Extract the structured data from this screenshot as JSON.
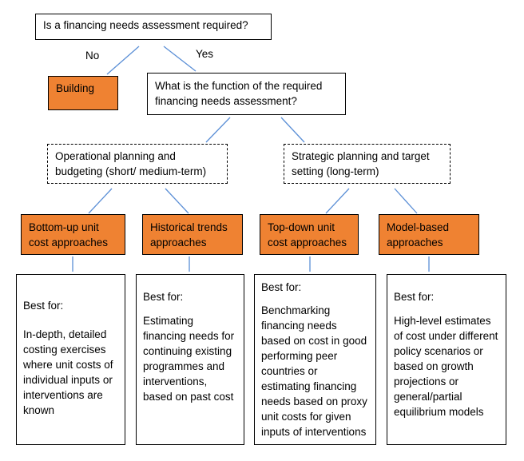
{
  "question": "Is a financing needs assessment required?",
  "answer_no": "No",
  "answer_yes": "Yes",
  "building": "Building",
  "function_question": "What is the function of the required financing needs assessment?",
  "operational": "Operational planning and budgeting (short/ medium-term)",
  "strategic": "Strategic planning and target setting (long-term)",
  "approaches": [
    {
      "label": "Bottom-up unit cost approaches"
    },
    {
      "label": "Historical trends approaches"
    },
    {
      "label": "Top-down unit cost approaches"
    },
    {
      "label": "Model-based approaches"
    }
  ],
  "cards": [
    {
      "head": "Best for:",
      "body": "In-depth, detailed costing exercises where unit costs of individual inputs or interventions are known"
    },
    {
      "head": "Best for:",
      "body": "Estimating financing needs for continuing existing programmes and interventions, based on past cost"
    },
    {
      "head": "Best for:",
      "body": "Benchmarking financing needs based on cost in good performing peer countries or estimating financing needs based on proxy unit costs for given inputs of interventions"
    },
    {
      "head": "Best for:",
      "body": "High-level estimates of cost under different policy scenarios or based on growth projections or general/partial equilibrium models"
    }
  ],
  "colors": {
    "approach_fill": "#ef8232",
    "connector": "#5b8fd6"
  }
}
